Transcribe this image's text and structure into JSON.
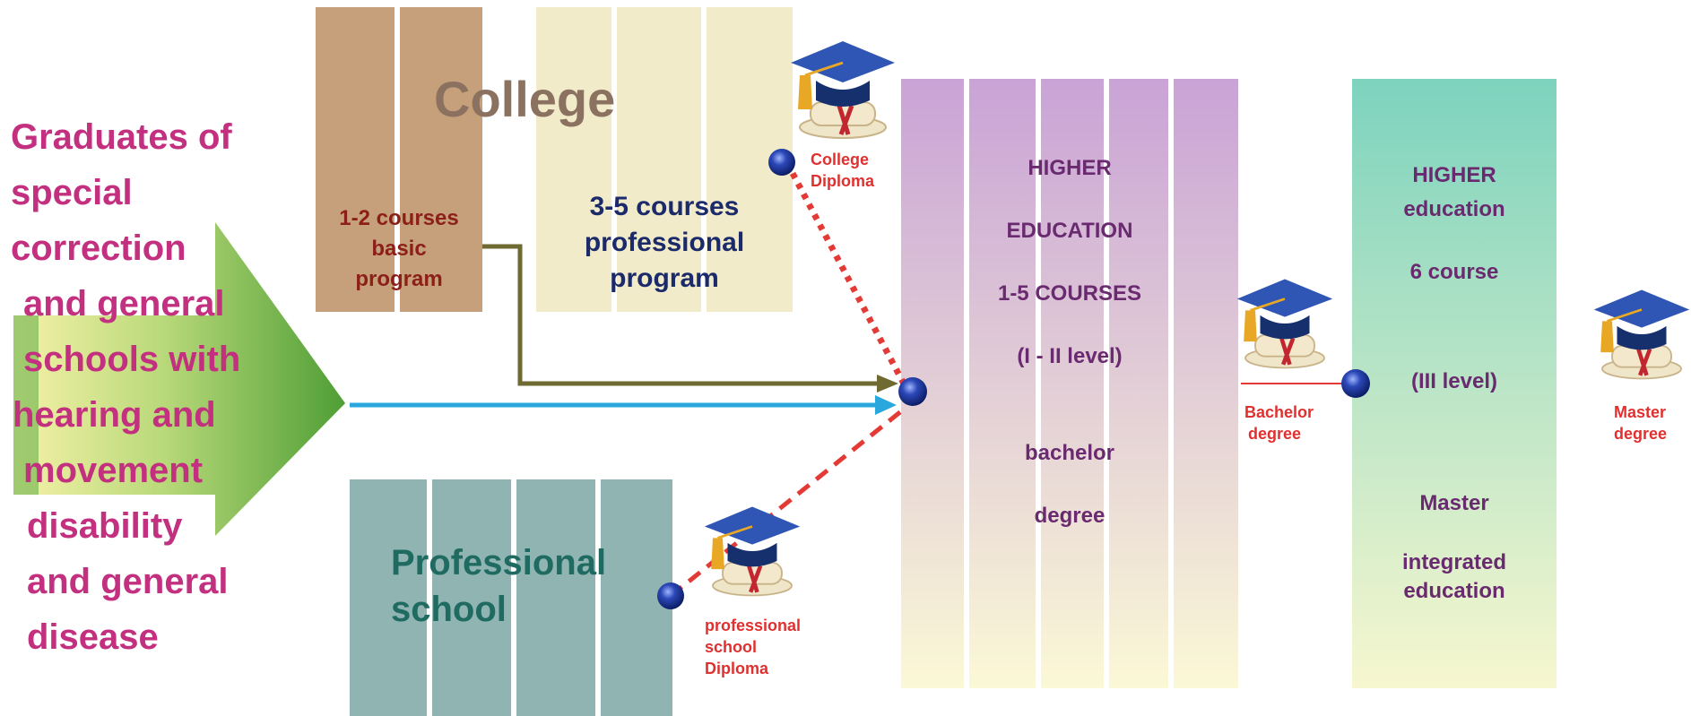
{
  "graduates": {
    "lines": [
      "Graduates of",
      "special",
      "correction",
      "and general",
      "schools  with",
      "hearing and",
      "movement",
      "disability",
      "and general",
      "disease"
    ]
  },
  "college": {
    "title": "College",
    "basic_lines": [
      "1-2 courses",
      "basic",
      "program"
    ],
    "prof_lines": [
      "3-5 courses",
      "professional",
      "program"
    ]
  },
  "professional_school": {
    "title_lines": [
      "Professional",
      "school"
    ]
  },
  "higher_1": {
    "lines": [
      "HIGHER",
      "EDUCATION",
      "1-5 COURSES",
      "(I - II level)",
      "bachelor",
      "degree"
    ]
  },
  "higher_2": {
    "lines": [
      "HIGHER",
      "education",
      "6 course",
      "(III level)",
      "Master",
      "integrated",
      "education"
    ]
  },
  "labels": {
    "college_diploma": [
      "College",
      "Diploma"
    ],
    "professional_diploma": [
      "professional",
      "school",
      "Diploma"
    ],
    "bachelor": [
      "Bachelor",
      "degree"
    ],
    "master": [
      "Master",
      "degree"
    ]
  },
  "colors": {
    "graduates_text": "#c2307f",
    "label_red": "#e0302f",
    "college_brown": "#c7a07a",
    "college_cream": "#f0e9c6",
    "school_teal": "#8fb3b1",
    "higher_purple": "#c9a5d6",
    "higher_green": "#7fd4c0",
    "arrow_green": "#5aa53c",
    "arrow_blue": "#2aa8de",
    "arrow_olive": "#6e6a32"
  }
}
